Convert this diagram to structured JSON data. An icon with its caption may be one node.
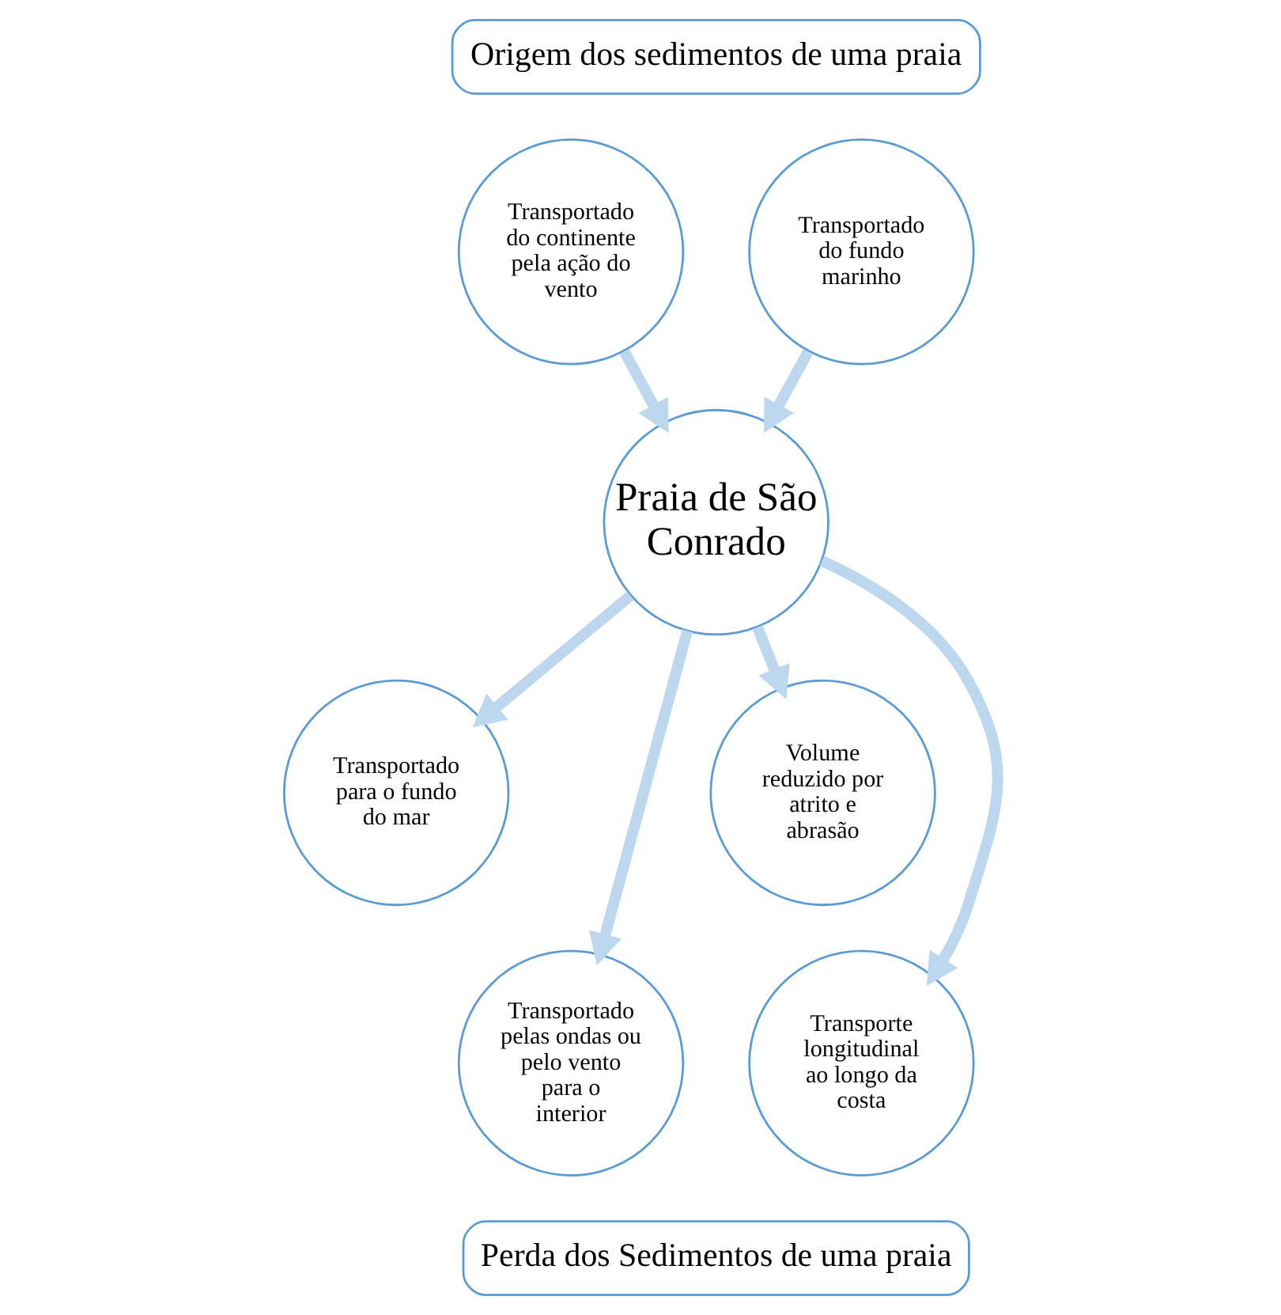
{
  "diagram": {
    "nodes": [
      {
        "text": [
          "Origem dos sedimentos de uma praia"
        ]
      },
      {
        "text": [
          "Transportado do continente pela ação do vento"
        ]
      },
      {
        "text": [
          "Transportado do fundo marinho"
        ]
      },
      {
        "text": [
          "Praia de São Conrado"
        ]
      },
      {
        "text": [
          "Transportado para o fundo do mar"
        ]
      },
      {
        "text": [
          "Volume reduzido por atrito e abrasão"
        ]
      },
      {
        "text": [
          "Transportado pelas ondas ou pelo vento para o interior"
        ]
      },
      {
        "text": [
          "Transporte longitudinal ao longo da costa"
        ]
      },
      {
        "text": [
          "Perda dos Sedimentos de uma praia"
        ]
      }
    ],
    "edges": [
      {
        "from": 1,
        "to": 3,
        "arrow": "to"
      },
      {
        "from": 2,
        "to": 3,
        "arrow": "to"
      },
      {
        "from": 3,
        "to": 4,
        "arrow": "to"
      },
      {
        "from": 3,
        "to": 6,
        "arrow": "to"
      },
      {
        "from": 3,
        "to": 7,
        "arrow": "to"
      },
      {
        "from": 3,
        "to": 5,
        "arrow": "to"
      }
    ]
  }
}
